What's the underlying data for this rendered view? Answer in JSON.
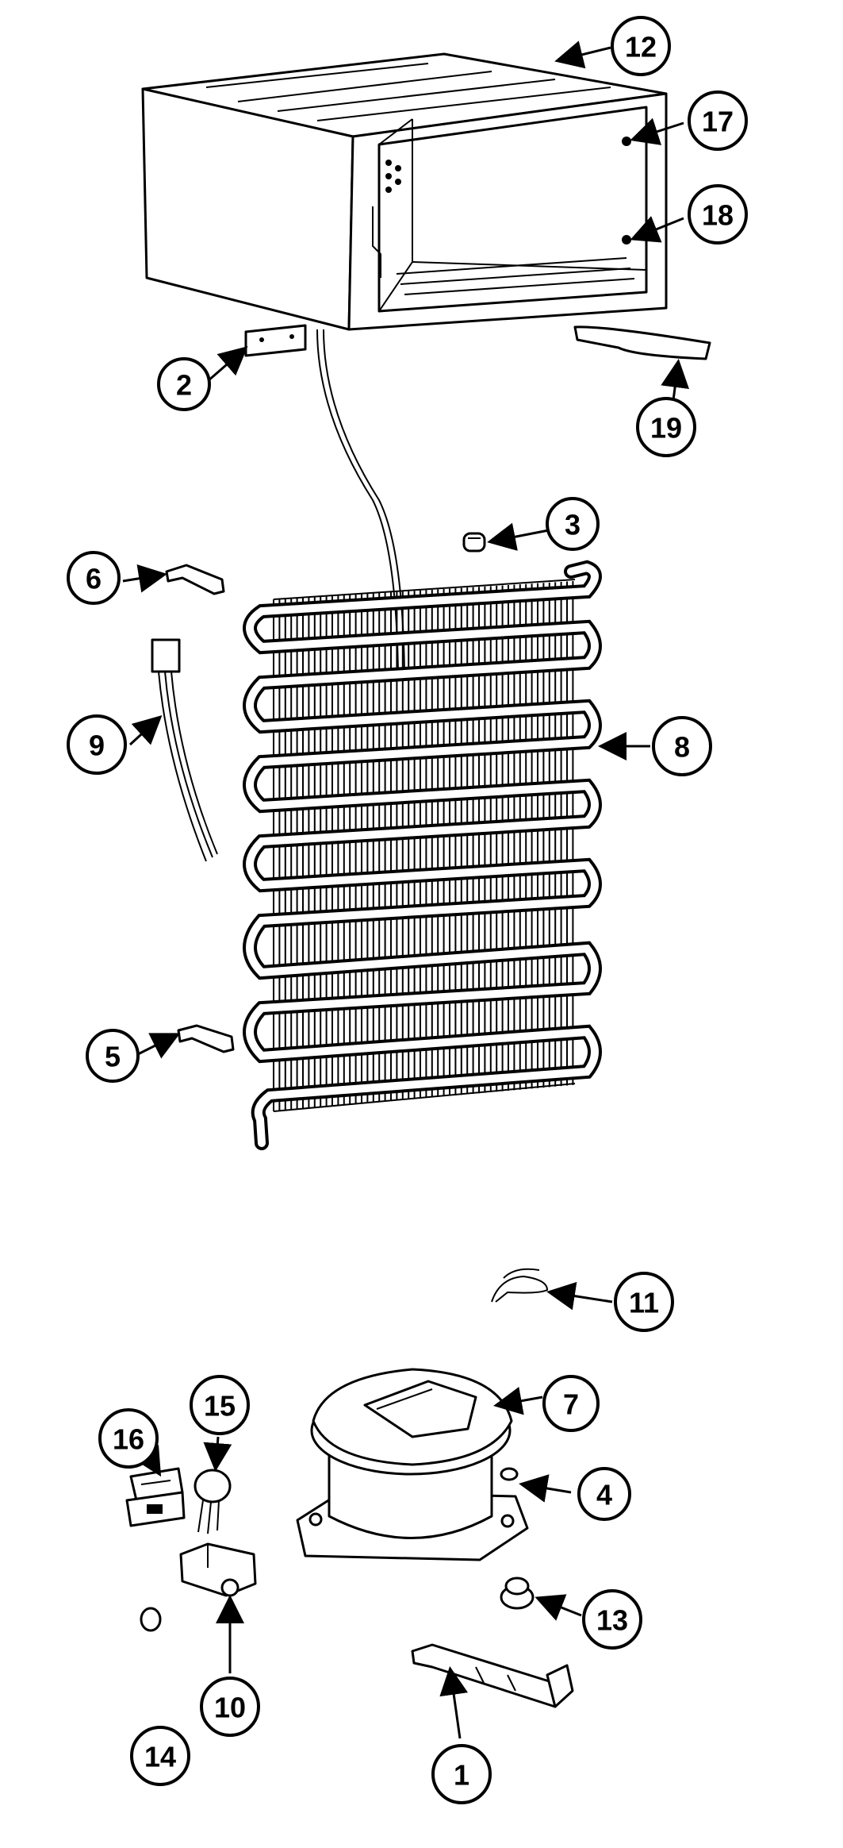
{
  "diagram": {
    "callouts": [
      {
        "id": "callout-1",
        "label": "1"
      },
      {
        "id": "callout-2",
        "label": "2"
      },
      {
        "id": "callout-3",
        "label": "3"
      },
      {
        "id": "callout-4",
        "label": "4"
      },
      {
        "id": "callout-5",
        "label": "5"
      },
      {
        "id": "callout-6",
        "label": "6"
      },
      {
        "id": "callout-7",
        "label": "7"
      },
      {
        "id": "callout-8",
        "label": "8"
      },
      {
        "id": "callout-9",
        "label": "9"
      },
      {
        "id": "callout-10",
        "label": "10"
      },
      {
        "id": "callout-11",
        "label": "11"
      },
      {
        "id": "callout-12",
        "label": "12"
      },
      {
        "id": "callout-13",
        "label": "13"
      },
      {
        "id": "callout-14",
        "label": "14"
      },
      {
        "id": "callout-15",
        "label": "15"
      },
      {
        "id": "callout-16",
        "label": "16"
      },
      {
        "id": "callout-17",
        "label": "17"
      },
      {
        "id": "callout-18",
        "label": "18"
      },
      {
        "id": "callout-19",
        "label": "19"
      }
    ]
  }
}
